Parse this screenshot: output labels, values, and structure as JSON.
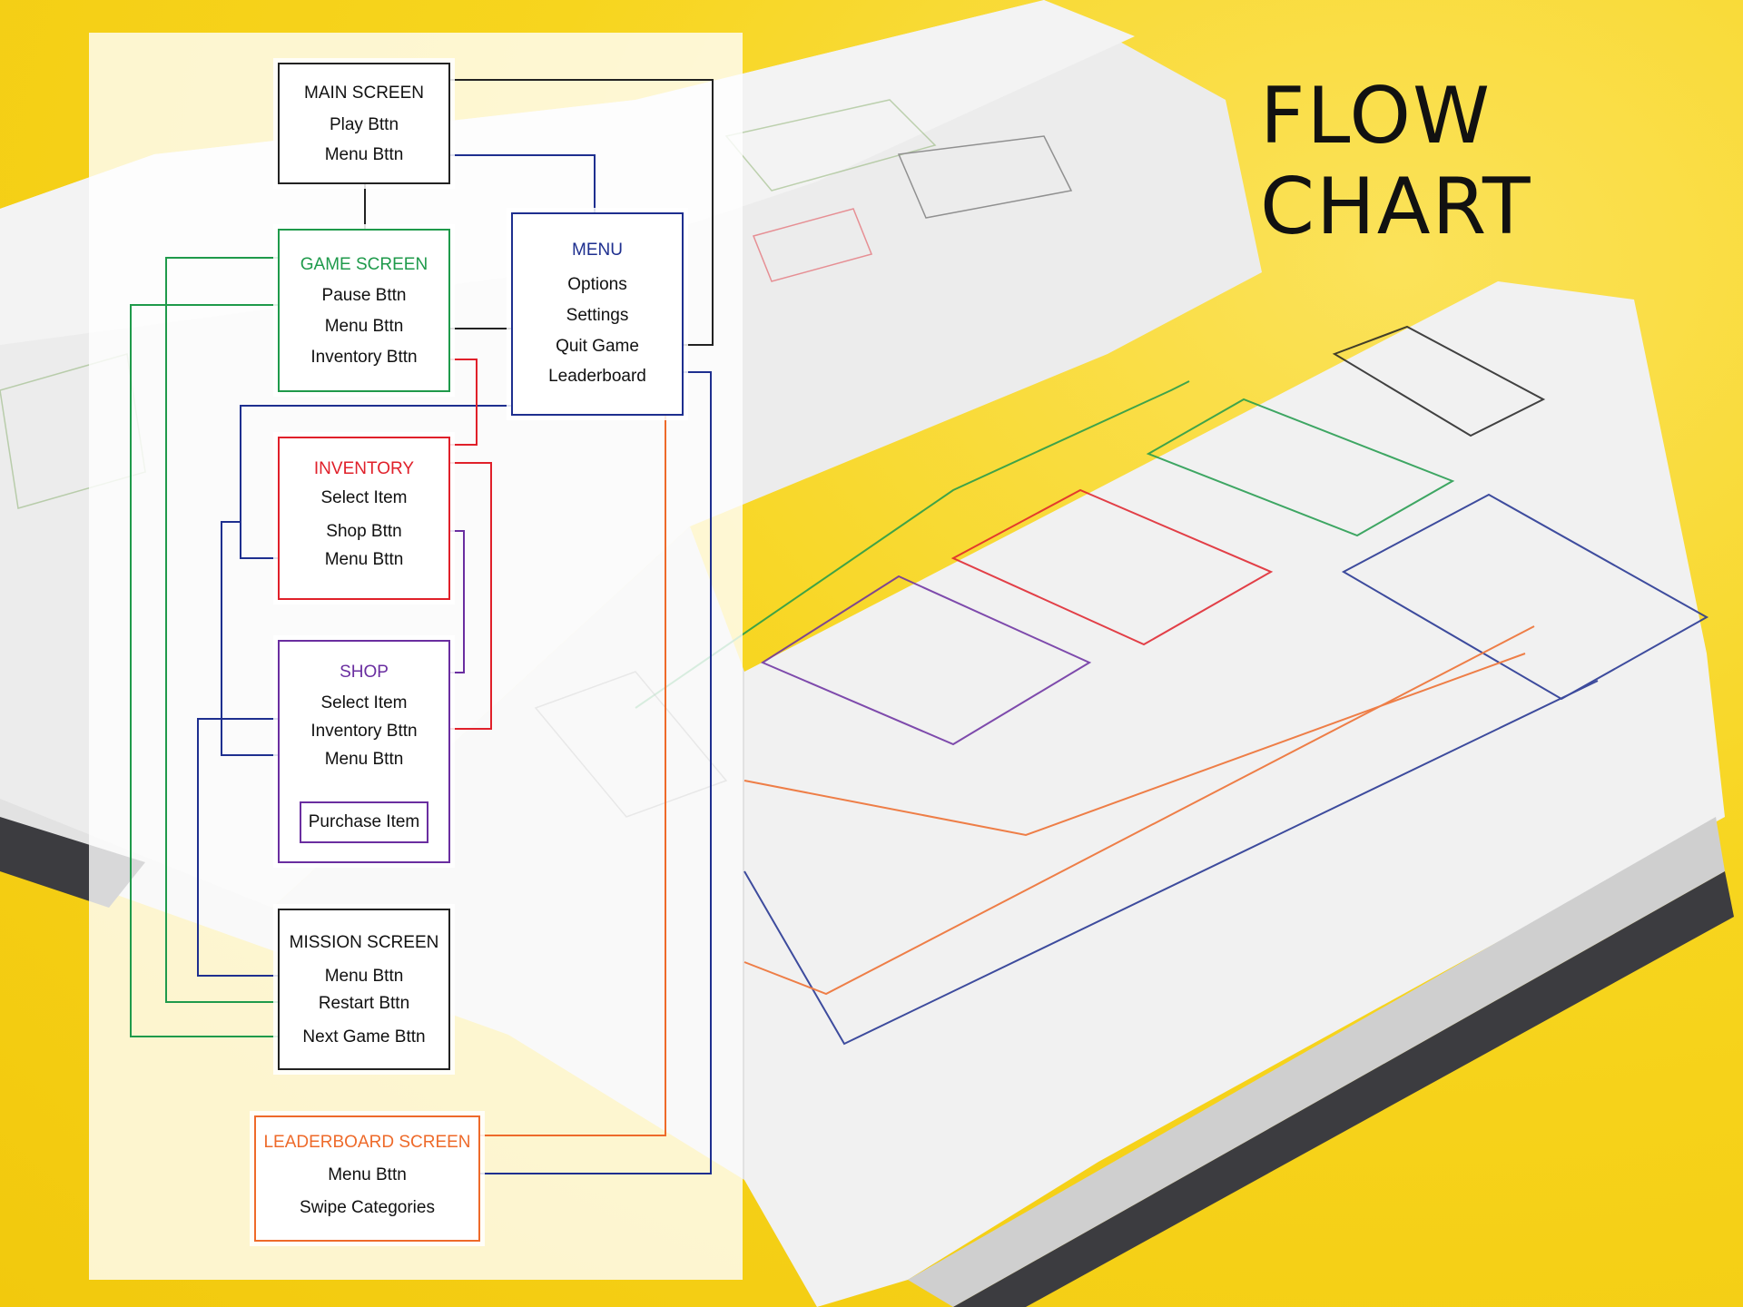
{
  "heading": "FLOW CHART",
  "colors": {
    "black": "#222222",
    "green": "#1f9a4b",
    "navy": "#1e2f8f",
    "red": "#e0202a",
    "purple": "#6a2ea0",
    "orange": "#ee6a2a"
  },
  "main": {
    "title": "MAIN SCREEN",
    "items": [
      "Play Bttn",
      "Menu Bttn"
    ]
  },
  "game": {
    "title": "GAME SCREEN",
    "items": [
      "Pause Bttn",
      "Menu Bttn",
      "Inventory Bttn"
    ]
  },
  "menu": {
    "title": "MENU",
    "items": [
      "Options",
      "Settings",
      "Quit Game",
      "Leaderboard"
    ]
  },
  "inventory": {
    "title": "INVENTORY",
    "items": [
      "Select Item",
      "Shop Bttn",
      "Menu Bttn"
    ]
  },
  "shop": {
    "title": "SHOP",
    "items": [
      "Select Item",
      "Inventory Bttn",
      "Menu Bttn"
    ],
    "purchase": "Purchase Item"
  },
  "mission": {
    "title": "MISSION SCREEN",
    "items": [
      "Menu Bttn",
      "Restart Bttn",
      "Next Game Bttn"
    ]
  },
  "leaderboard": {
    "title": "LEADERBOARD SCREEN",
    "items": [
      "Menu Bttn",
      "Swipe Categories"
    ]
  }
}
